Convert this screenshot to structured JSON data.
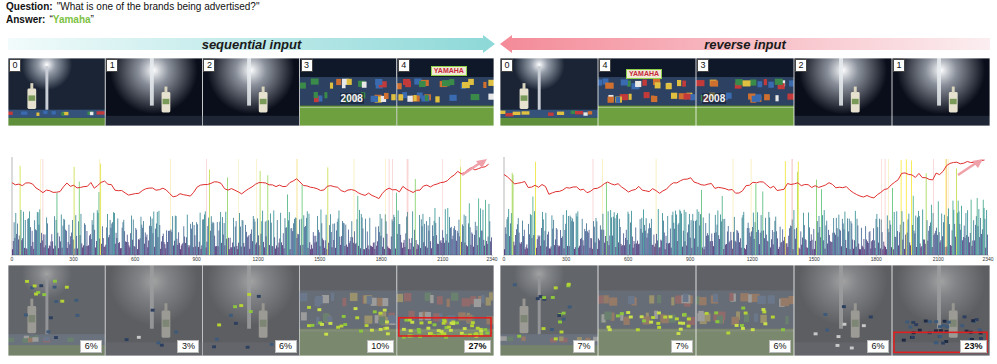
{
  "diagram": {
    "nodes": [
      {
        "text": [
          "sequential input"
        ]
      },
      {
        "text": [
          "reverse input"
        ]
      },
      {
        "text": [
          "0"
        ]
      },
      {
        "text": [
          "1"
        ]
      },
      {
        "text": [
          "2"
        ]
      },
      {
        "text": [
          "3"
        ]
      },
      {
        "text": [
          "4"
        ]
      },
      {
        "text": [
          "0"
        ]
      },
      {
        "text": [
          "4"
        ]
      },
      {
        "text": [
          "3"
        ]
      },
      {
        "text": [
          "2"
        ]
      },
      {
        "text": [
          "1"
        ]
      },
      {
        "text": [
          "6%"
        ]
      },
      {
        "text": [
          "3%"
        ]
      },
      {
        "text": [
          "6%"
        ]
      },
      {
        "text": [
          "10%"
        ]
      },
      {
        "text": [
          "27%"
        ]
      },
      {
        "text": [
          "7%"
        ]
      },
      {
        "text": [
          "7%"
        ]
      },
      {
        "text": [
          "6%"
        ]
      },
      {
        "text": [
          "6%"
        ]
      },
      {
        "text": [
          "23%"
        ]
      }
    ],
    "labels": [
      "Question:",
      "\"What is one of the brands being advertised?\"",
      "Answer:",
      "“",
      "Yamaha",
      "”",
      "YAMAHA",
      "2008",
      "YAMAHA",
      "2008",
      "0",
      "300",
      "600",
      "900",
      "1200",
      "1500",
      "1800",
      "2100",
      "2340",
      "0",
      "300",
      "600",
      "900",
      "1200",
      "1500",
      "1800",
      "2100",
      "2340"
    ]
  }
}
